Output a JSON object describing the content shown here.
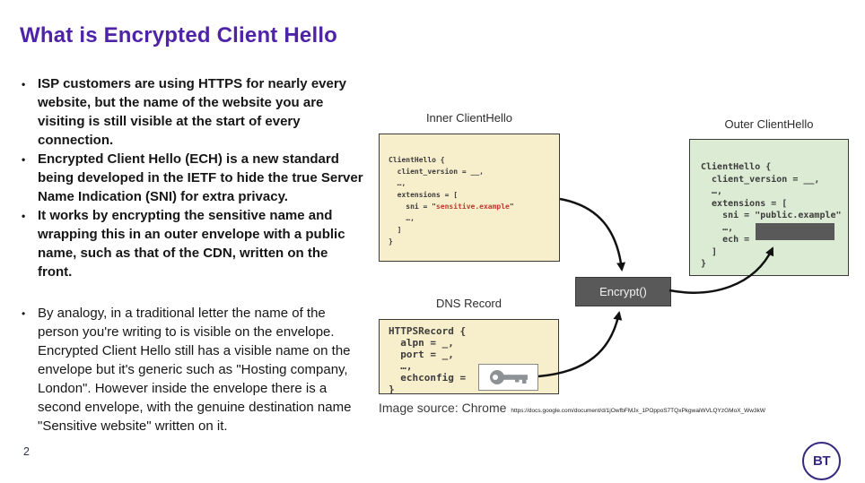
{
  "title": "What is Encrypted Client Hello",
  "bullets": [
    {
      "text": "ISP customers are using HTTPS for nearly every website, but the name of the website you are visiting is still visible at the start of every connection."
    },
    {
      "text": "Encrypted Client Hello (ECH) is a new standard being developed in the IETF to hide the true Server Name Indication (SNI) for extra privacy."
    },
    {
      "text": "It works by encrypting the sensitive name and wrapping this in an outer envelope with a public name, such as that of the CDN, written on the front."
    },
    {
      "text": "By analogy, in a traditional letter the name of the person you're writing to is visible on the envelope. Encrypted Client Hello still has a visible name on the envelope but it's generic such as \"Hosting company, London\". However inside the envelope there is a second envelope, with the genuine destination name \"Sensitive website\" written on it."
    }
  ],
  "diagram": {
    "inner_label": "Inner ClientHello",
    "outer_label": "Outer ClientHello",
    "dns_label": "DNS Record",
    "encrypt_label": "Encrypt()",
    "inner_code": {
      "pre": "ClientHello {\n  client_version = __,\n  …,\n  extensions = [\n    sni = \"",
      "highlight": "sensitive.example",
      "post": "\"\n    …,\n  ]\n}"
    },
    "outer_code": {
      "pre": "ClientHello {\n  client_version = __,\n  …,\n  extensions = [\n    sni = \"public.example\"\n    …,\n    ech =",
      "post": "\n  ]\n}"
    },
    "dns_code": "HTTPSRecord {\n  alpn = _,\n  port = _,\n  …,\n  echconfig =\n}",
    "icons": {
      "key": "key-icon",
      "ech_redacted": "redacted-value-box"
    }
  },
  "footer": {
    "image_source_label": "Image source: Chrome",
    "image_source_url": "https://docs.google.com/document/d/1jOwfbFMJx_1POppoS7TQxPkgwaiWVLQYzGMoX_Ww3kW",
    "page_number": "2",
    "logo_text": "BT"
  },
  "colors": {
    "title_purple": "#4e23a8",
    "box_cream": "#f7eecb",
    "box_green": "#dcebd3",
    "encrypt_gray": "#595959",
    "code_red": "#c23a2e",
    "arrow_black": "#111111",
    "bt_indigo": "#37297e"
  }
}
